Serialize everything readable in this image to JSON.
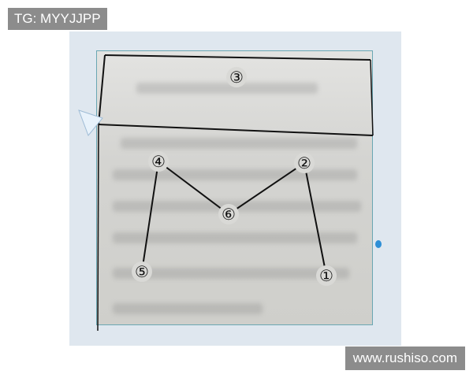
{
  "watermark_top": "TG: MYYJJPP",
  "watermark_bottom": "www.rushiso.com",
  "diagram": {
    "nodes": [
      {
        "id": "3",
        "label": "③"
      },
      {
        "id": "4",
        "label": "④"
      },
      {
        "id": "2",
        "label": "②"
      },
      {
        "id": "6",
        "label": "⑥"
      },
      {
        "id": "5",
        "label": "⑤"
      },
      {
        "id": "1",
        "label": "①"
      }
    ],
    "edges": [
      [
        "4",
        "6"
      ],
      [
        "6",
        "2"
      ],
      [
        "4",
        "5"
      ],
      [
        "2",
        "1"
      ]
    ]
  },
  "colors": {
    "frame_bg": "#dfe7ef",
    "photo_border": "#6aa7b3",
    "ink": "#111111",
    "tag_bg": "#8c8c8c",
    "accent_dot": "#2e8fd6"
  }
}
